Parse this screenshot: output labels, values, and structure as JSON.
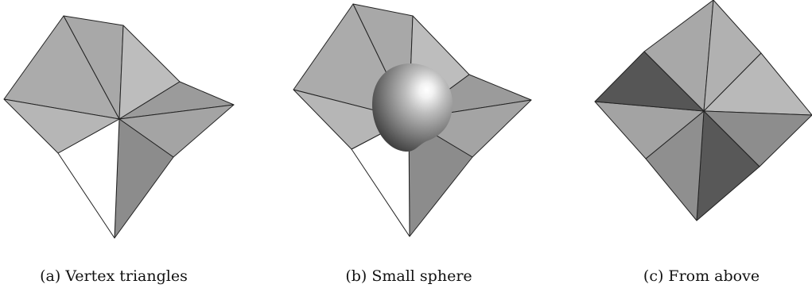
{
  "panels": [
    {
      "id": "a",
      "caption": "(a) Vertex triangles"
    },
    {
      "id": "b",
      "caption": "(b) Small sphere"
    },
    {
      "id": "c",
      "caption": "(c) From above"
    }
  ],
  "colors": {
    "light_face": "#b4b4b4",
    "mid_face": "#a6a6a6",
    "dark_face": "#8c8c8c",
    "darkest_face": "#585858",
    "missing_face": "#ffffff",
    "edge": "#222222"
  }
}
